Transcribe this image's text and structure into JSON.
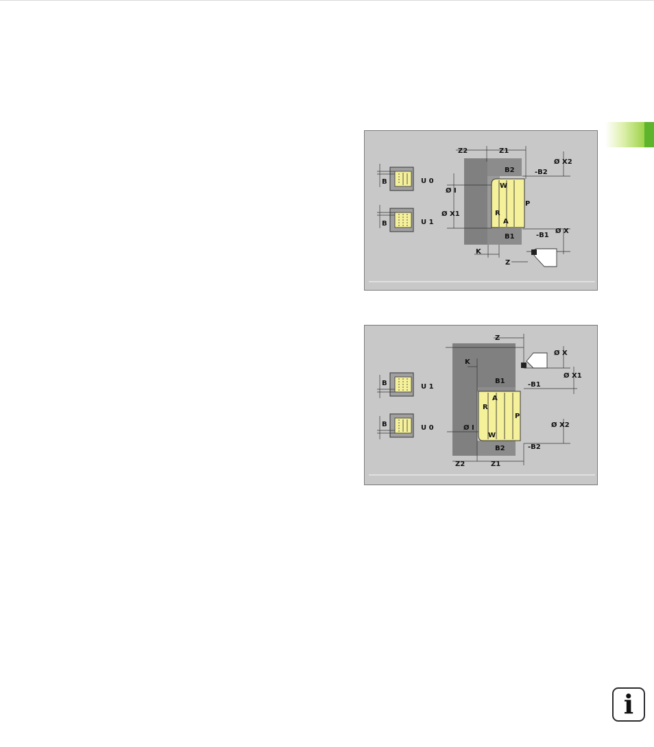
{
  "info_icon": "info-icon",
  "info_glyph": "i",
  "colors": {
    "panel_bg": "#c8c8c8",
    "workpiece_dark": "#808080",
    "workpiece_mid": "#9c9c9c",
    "groove_yellow": "#f5f09a",
    "chapter_tab_green": "#86c232"
  },
  "diagram_top": {
    "mode_upper": "U 0",
    "mode_lower": "U 1",
    "b_label": "B",
    "z2": "Z2",
    "z1": "Z1",
    "x2": "Ø X2",
    "b2": "B2",
    "neg_b2": "-B2",
    "i": "Ø I",
    "w": "W",
    "x1": "Ø X1",
    "p": "P",
    "r": "R",
    "a": "A",
    "neg_b1": "-B1",
    "x": "Ø X",
    "b1": "B1",
    "k": "K",
    "z": "Z"
  },
  "diagram_bottom": {
    "mode_upper": "U 1",
    "mode_lower": "U 0",
    "b_label": "B",
    "z": "Z",
    "x": "Ø X",
    "k": "K",
    "b1": "B1",
    "x1": "Ø X1",
    "a": "A",
    "neg_b1": "-B1",
    "r": "R",
    "p": "P",
    "x2": "Ø X2",
    "i": "Ø I",
    "w": "W",
    "b2": "B2",
    "neg_b2": "-B2",
    "z2": "Z2",
    "z1": "Z1"
  }
}
